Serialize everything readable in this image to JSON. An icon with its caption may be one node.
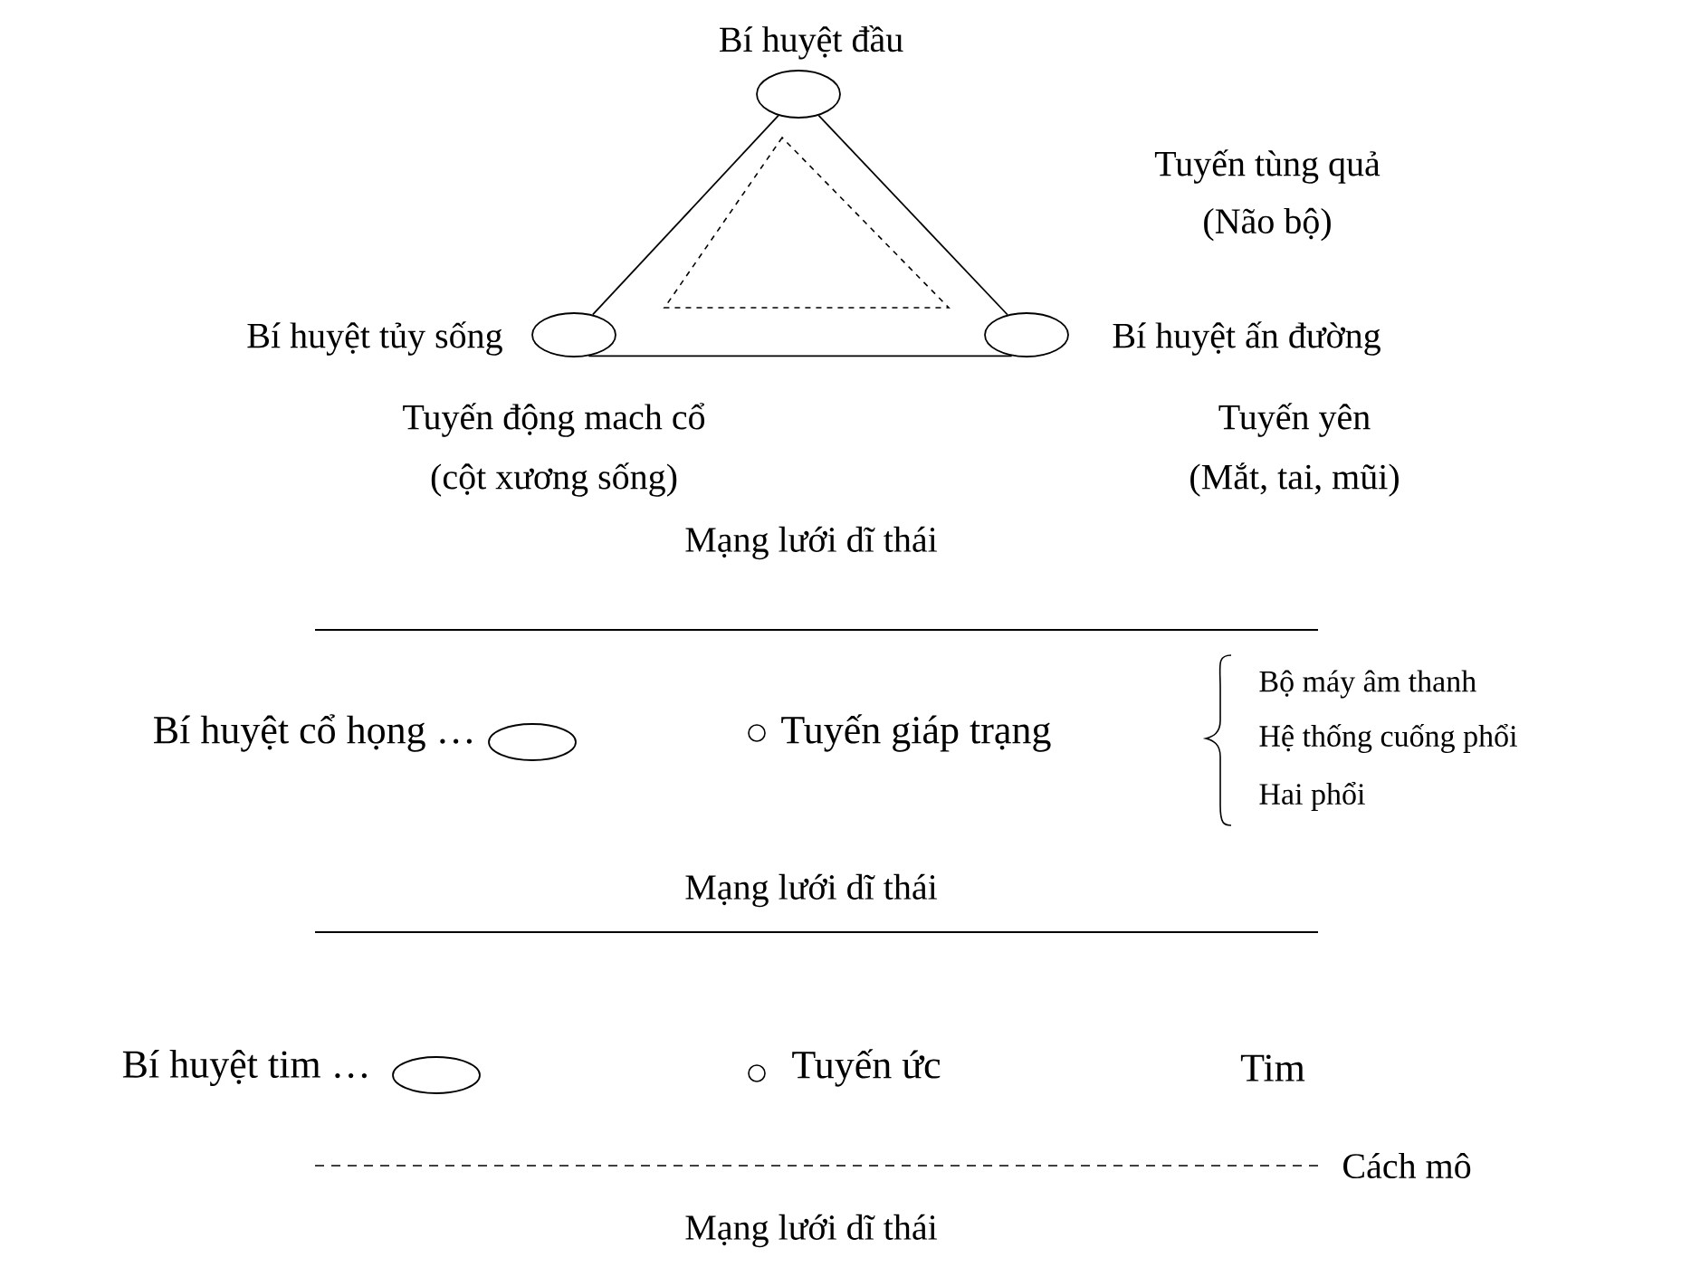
{
  "diagram": {
    "nodes": [
      {
        "text": [],
        "shape": "circle",
        "beside": [
          "Bí huyệt đầu"
        ]
      },
      {
        "text": [],
        "shape": "circle",
        "beside": [
          "Bí huyệt tủy sống"
        ]
      },
      {
        "text": [],
        "shape": "circle",
        "beside": [
          "Bí huyệt ấn đường"
        ]
      },
      {
        "text": [],
        "shape": "circle",
        "beside": [
          "Bí huyệt cổ họng …"
        ]
      },
      {
        "text": [],
        "shape": "circle",
        "beside": [
          "Bí huyệt tim …"
        ]
      }
    ],
    "edges": [
      {
        "from": 0,
        "to": 1,
        "arrow": "none"
      },
      {
        "from": 0,
        "to": 2,
        "arrow": "none"
      },
      {
        "from": 1,
        "to": 2,
        "arrow": "none"
      }
    ],
    "labels": [
      "Tuyến tùng quả",
      "(Não bộ)",
      "Tuyến động mach cổ",
      "(cột xương sống)",
      "Tuyến yên",
      "(Mắt, tai, mũi)",
      "Mạng lưới dĩ thái",
      "Tuyến giáp trạng",
      "Bộ máy âm thanh",
      "Hệ thống cuống phổi",
      "Hai phổi",
      "Mạng lưới dĩ thái",
      "Tuyến ức",
      "Tim",
      "Cách mô",
      "Mạng lưới dĩ thái"
    ]
  }
}
